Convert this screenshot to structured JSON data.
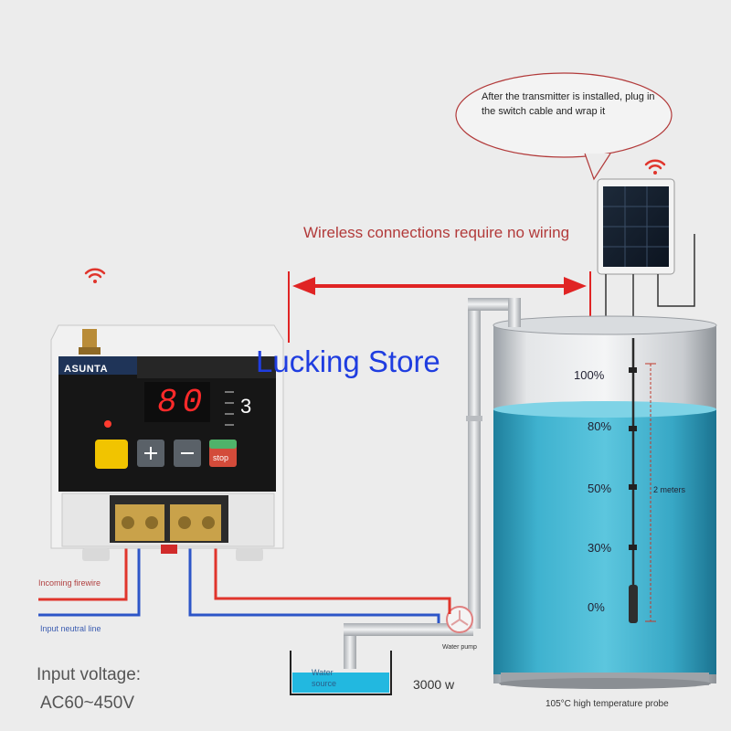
{
  "bubble_text": "After the transmitter is installed, plug in the switch cable and wrap it",
  "wireless_text": "Wireless connections require no wiring",
  "watermark": "Lucking Store",
  "controller": {
    "brand": "ASUNTA",
    "display_value": "80",
    "display_level": "3",
    "stop_label": "stop",
    "plus_symbol": "+",
    "minus_symbol": "−"
  },
  "tank_levels": [
    "100%",
    "80%",
    "50%",
    "30%",
    "0%"
  ],
  "tank_height_label": "2 meters",
  "incoming_fire": "Incoming firewire",
  "input_neutral": "Input neutral line",
  "input_voltage_title": "Input voltage:",
  "input_voltage_range": "AC60~450V",
  "water_source": "Water source",
  "water_pump": "Water pump",
  "pump_power": "3000 w",
  "probe_label": "105°C high temperature probe",
  "colors": {
    "background": "#ececec",
    "water": "#35a7c4",
    "wire_live": "#e0352c",
    "wire_neutral": "#2c55c8",
    "arrow": "#e02424",
    "watermark": "#1f3de0"
  },
  "icons": [
    "wifi-icon",
    "wifi-icon",
    "solar-panel-icon",
    "antenna-icon",
    "pump-icon"
  ]
}
